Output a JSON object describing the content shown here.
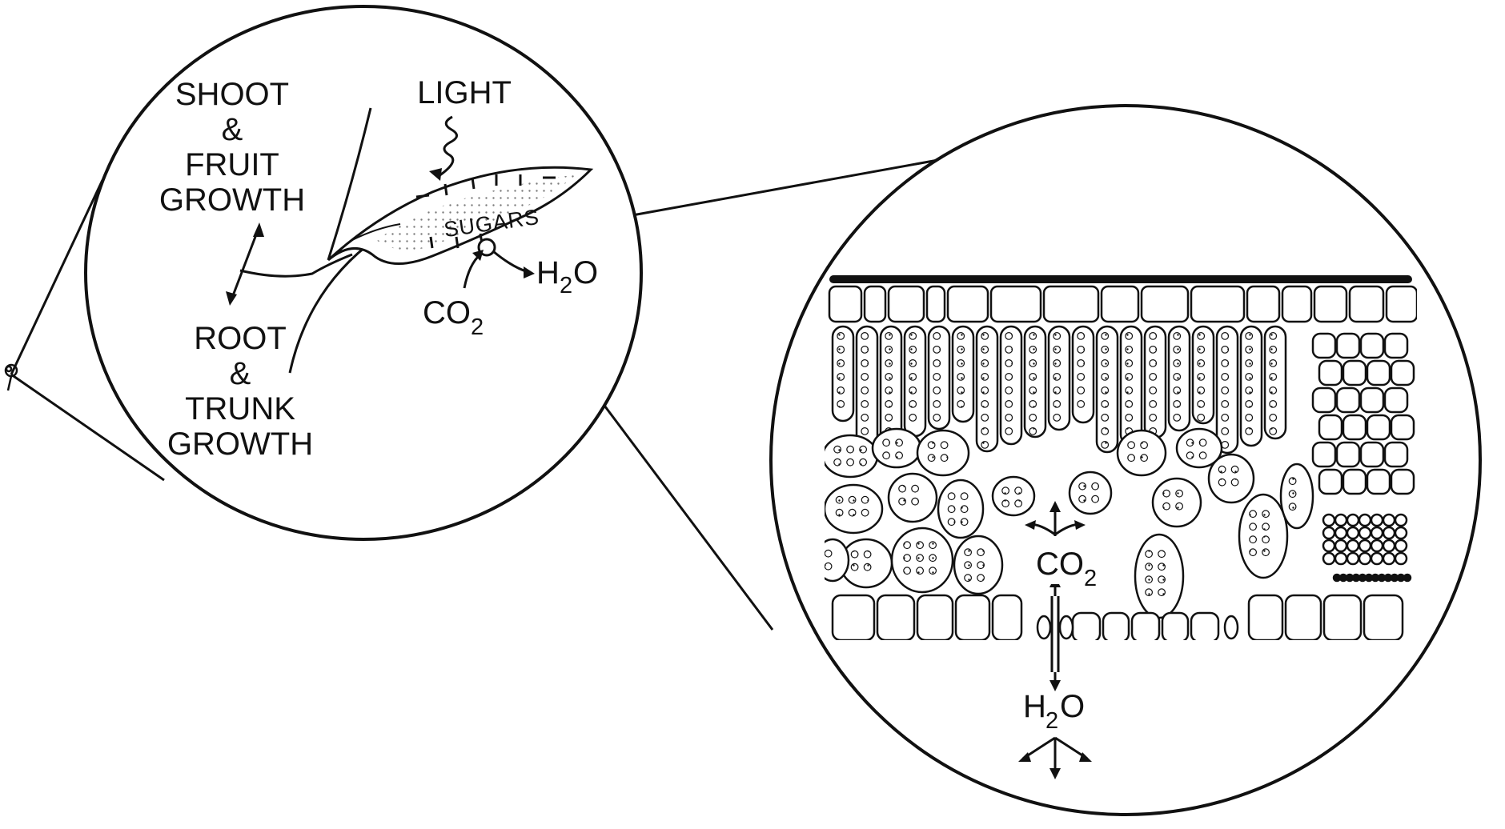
{
  "labels": {
    "shoot_line1": "SHOOT",
    "shoot_line2": "&",
    "shoot_line3": "FRUIT",
    "shoot_line4": "GROWTH",
    "root_line1": "ROOT",
    "root_line2": "&",
    "root_line3": "TRUNK",
    "root_line4": "GROWTH",
    "light": "LIGHT",
    "sugars": "SUGARS",
    "h2o_main": "H",
    "h2o_sub": "2",
    "h2o_tail": "O",
    "co2_main": "CO",
    "co2_sub": "2"
  },
  "colors": {
    "ink": "#111111",
    "paper": "#ffffff"
  }
}
